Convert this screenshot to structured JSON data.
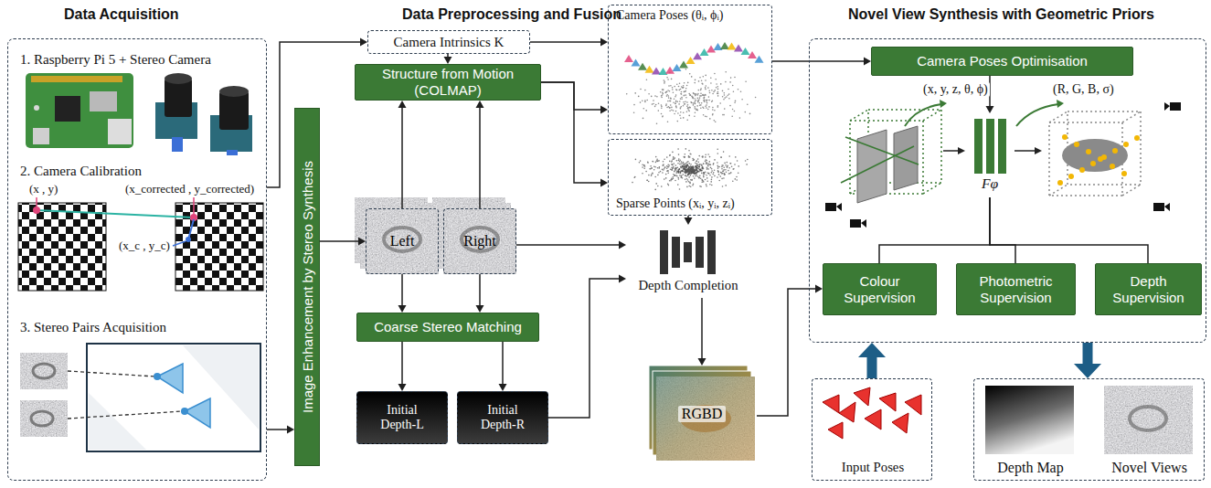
{
  "diagram": {
    "nodes": [
      {
        "text": [
          "Data Acquisition",
          "1. Raspberry Pi 5 + Stereo Camera",
          "2. Camera Calibration",
          "3. Stereo Pairs Acquisition"
        ]
      },
      {
        "text": [
          "Image Enhancement by Stereo Synthesis"
        ]
      },
      {
        "text": [
          "Camera Intrinsics K"
        ]
      },
      {
        "text": [
          "Structure from Motion (COLMAP)"
        ]
      },
      {
        "text": [
          "Left"
        ]
      },
      {
        "text": [
          "Right"
        ]
      },
      {
        "text": [
          "Coarse Stereo Matching"
        ]
      },
      {
        "text": [
          "Initial Depth-L"
        ]
      },
      {
        "text": [
          "Initial Depth-R"
        ]
      },
      {
        "text": [
          "Camera Poses (θᵢ, ϕᵢ)"
        ]
      },
      {
        "text": [
          "Sparse Points (xᵢ, yᵢ, zᵢ)"
        ]
      },
      {
        "text": [
          "Depth Completion"
        ]
      },
      {
        "text": [
          "RGBD"
        ]
      },
      {
        "text": [
          "Novel View Synthesis with Geometric Priors"
        ]
      },
      {
        "text": [
          "Camera Poses Optimisation"
        ],
        "in": 13
      },
      {
        "text": [
          "Fφ"
        ],
        "in": 13
      },
      {
        "text": [
          "Colour Supervision"
        ],
        "in": 13
      },
      {
        "text": [
          "Photometric Supervision"
        ],
        "in": 13
      },
      {
        "text": [
          "Depth Supervision"
        ],
        "in": 13
      },
      {
        "text": [
          "Input Poses"
        ]
      },
      {
        "text": [
          "Depth Map",
          "Novel Views"
        ]
      }
    ],
    "edges": [
      {
        "from": 0,
        "to": 2,
        "arrow": "to"
      },
      {
        "from": 0,
        "to": 1,
        "arrow": "to"
      },
      {
        "from": 1,
        "to": 4,
        "arrow": "to"
      },
      {
        "from": 2,
        "to": 3,
        "arrow": "to"
      },
      {
        "from": 2,
        "to": 9,
        "arrow": "to"
      },
      {
        "from": 4,
        "to": 3,
        "arrow": "to"
      },
      {
        "from": 5,
        "to": 3,
        "arrow": "to"
      },
      {
        "from": 4,
        "to": 6,
        "arrow": "to"
      },
      {
        "from": 5,
        "to": 6,
        "arrow": "to"
      },
      {
        "from": 6,
        "to": 7,
        "arrow": "to"
      },
      {
        "from": 6,
        "to": 8,
        "arrow": "to"
      },
      {
        "from": 3,
        "to": 9,
        "arrow": "to"
      },
      {
        "from": 3,
        "to": 10,
        "arrow": "to"
      },
      {
        "from": 10,
        "to": 11,
        "arrow": "to"
      },
      {
        "from": 5,
        "to": 11,
        "arrow": "to"
      },
      {
        "from": 8,
        "to": 11,
        "arrow": "to"
      },
      {
        "from": 11,
        "to": 12,
        "arrow": "to"
      },
      {
        "from": 12,
        "to": 16,
        "arrow": "to"
      },
      {
        "from": 9,
        "to": 14,
        "arrow": "to"
      },
      {
        "from": 14,
        "to": 15,
        "arrow": "to"
      },
      {
        "from": 15,
        "to": 16,
        "arrow": "none"
      },
      {
        "from": 15,
        "to": 17,
        "arrow": "none"
      },
      {
        "from": 15,
        "to": 18,
        "arrow": "none"
      },
      {
        "from": 19,
        "to": 13,
        "arrow": "to"
      },
      {
        "from": 13,
        "to": 20,
        "arrow": "to"
      }
    ],
    "labels": [
      "Data Preprocessing and Fusion",
      "(x , y)",
      "(x_corrected , y_corrected)",
      "(x_c , y_c)",
      "(x, y, z, θ, ϕ)",
      "(R, G, B, σ)"
    ]
  }
}
